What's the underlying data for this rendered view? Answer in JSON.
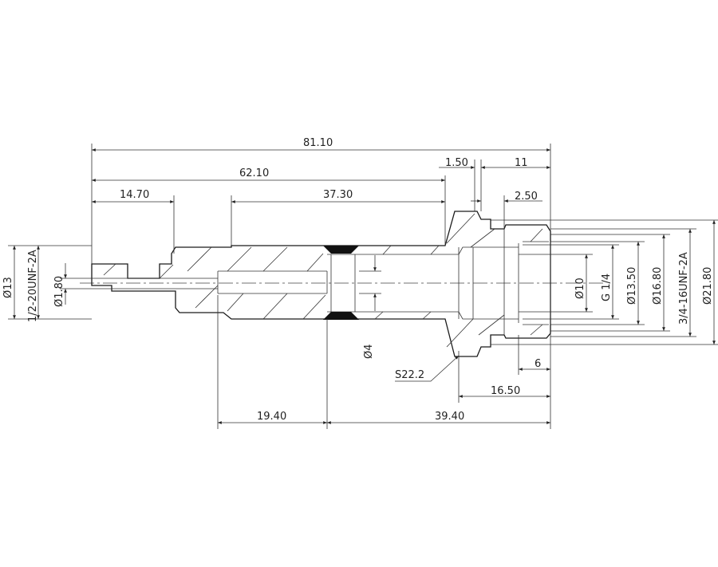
{
  "drawing": {
    "dimensions": {
      "overall_length": "81.10",
      "body_length": "62.10",
      "left_stub_length": "14.70",
      "mid_length": "37.30",
      "chamfer_1": "1.50",
      "right_length": "11",
      "chamfer_2": "2.50",
      "dia_13": "Ø13",
      "thread_left": "1/2-20UNF-2A",
      "dia_1_80": "Ø1.80",
      "dia_4": "Ø4",
      "dia_10": "Ø10",
      "g_thread": "G 1/4",
      "dia_13_50": "Ø13.50",
      "dia_16_80": "Ø16.80",
      "thread_right": "3/4-16UNF-2A",
      "dia_21_80": "Ø21.80",
      "depth_6": "6",
      "depth_16_50": "16.50",
      "len_19_40": "19.40",
      "len_39_40": "39.40",
      "hex_size": "S22.2"
    }
  }
}
